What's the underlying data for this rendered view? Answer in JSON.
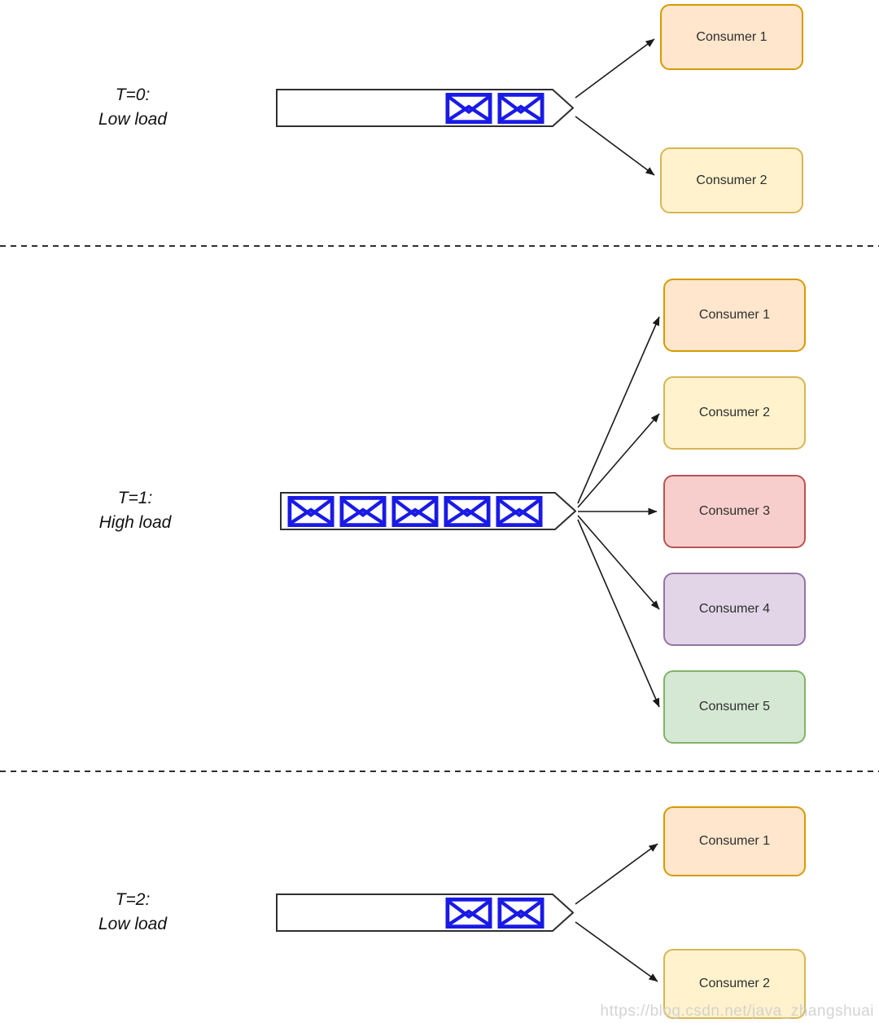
{
  "diagram": {
    "watermark": "https://blog.csdn.net/java_zhangshuai",
    "colors": {
      "envelope_blue": "#1a1ae6",
      "arrow_color": "#1a1a1a",
      "outline_color": "#2f2f2f"
    },
    "sections": [
      {
        "time_label": "T=0:",
        "load_label": "Low load",
        "message_count": 2,
        "consumers": [
          {
            "label": "Consumer 1",
            "fill": "#ffe6cc",
            "border": "#d79b00"
          },
          {
            "label": "Consumer 2",
            "fill": "#fff2cc",
            "border": "#d6b656"
          }
        ]
      },
      {
        "time_label": "T=1:",
        "load_label": "High load",
        "message_count": 5,
        "consumers": [
          {
            "label": "Consumer 1",
            "fill": "#ffe6cc",
            "border": "#d79b00"
          },
          {
            "label": "Consumer 2",
            "fill": "#fff2cc",
            "border": "#d6b656"
          },
          {
            "label": "Consumer 3",
            "fill": "#f8cecc",
            "border": "#b85450"
          },
          {
            "label": "Consumer 4",
            "fill": "#e1d5e7",
            "border": "#9673a6"
          },
          {
            "label": "Consumer 5",
            "fill": "#d5e8d4",
            "border": "#82b366"
          }
        ]
      },
      {
        "time_label": "T=2:",
        "load_label": "Low load",
        "message_count": 2,
        "consumers": [
          {
            "label": "Consumer 1",
            "fill": "#ffe6cc",
            "border": "#d79b00"
          },
          {
            "label": "Consumer 2",
            "fill": "#fff2cc",
            "border": "#d6b656"
          }
        ]
      }
    ]
  }
}
